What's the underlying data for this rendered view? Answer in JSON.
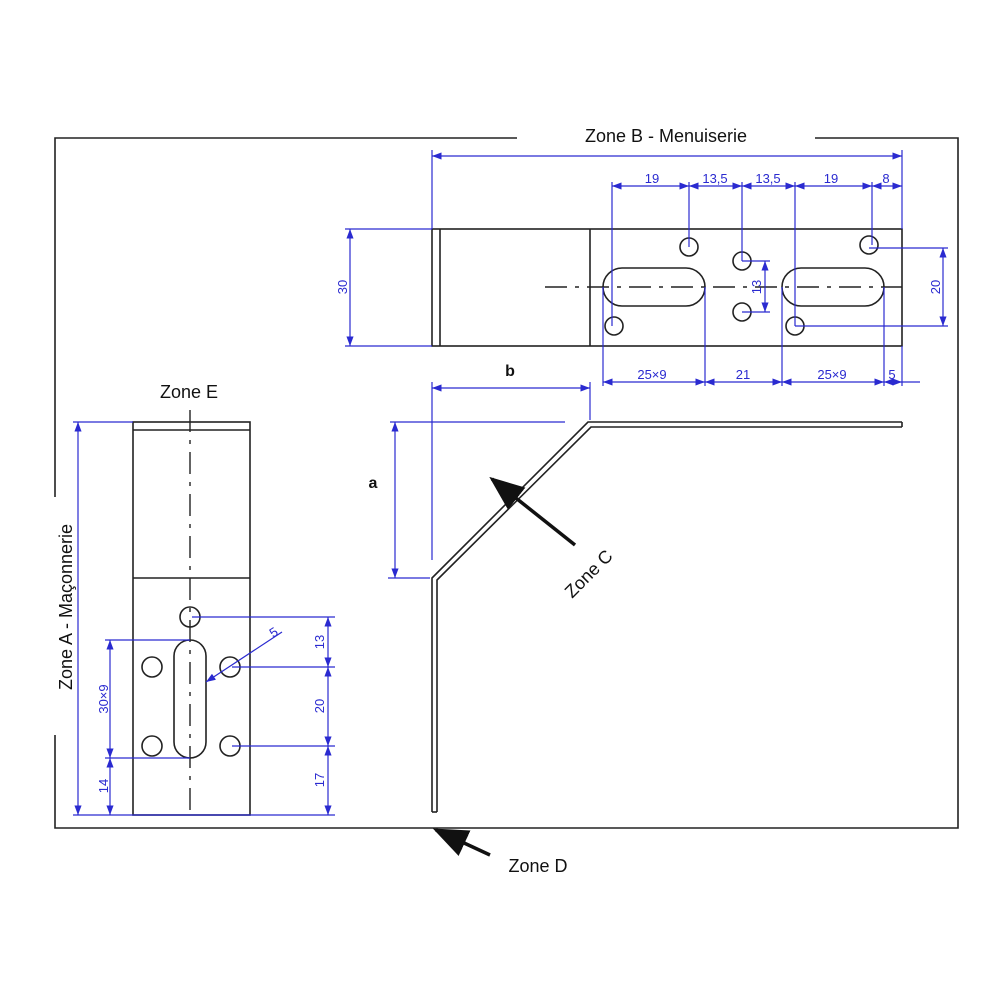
{
  "zones": {
    "a": "Zone A - Maçonnerie",
    "b": "Zone B - Menuiserie",
    "c": "Zone C",
    "d": "Zone D",
    "e": "Zone E"
  },
  "profile_labels": {
    "a": "a",
    "b": "b"
  },
  "top_view_dims": {
    "width": "30",
    "top": [
      "19",
      "13,5",
      "13,5",
      "19",
      "8"
    ],
    "bottom": [
      "25×9",
      "21",
      "25×9",
      "5"
    ],
    "holes_spacing": "13",
    "right": "20"
  },
  "side_view_dims": {
    "slot": "30×9",
    "bottom_left": "14",
    "diameter": "5",
    "right": [
      "13",
      "20",
      "17"
    ]
  },
  "colors": {
    "dimension": "#2a2ad0",
    "line": "#222222"
  }
}
